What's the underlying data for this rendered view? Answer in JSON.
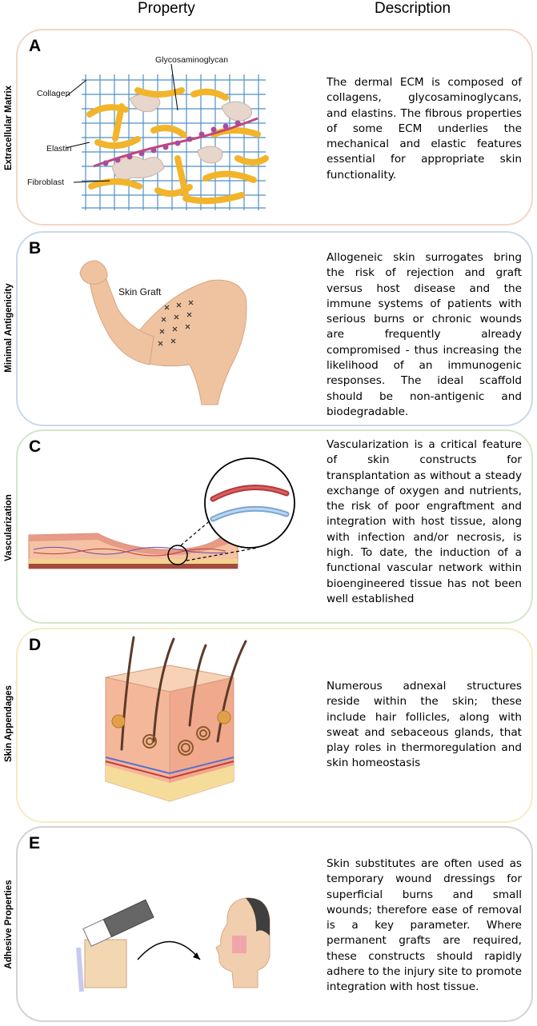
{
  "header": {
    "property": "Property",
    "description": "Description"
  },
  "panels": [
    {
      "letter": "A",
      "side": "Extracellular Matrix",
      "border": "#f2d6c6",
      "labels": {
        "gag": "Glycosaminoglycan",
        "collagen": "Collagen",
        "elastin": "Elastin",
        "fibroblast": "Fibroblast"
      },
      "text": "The dermal ECM is composed of collagens, glycosaminoglycans, and elastins. The fibrous properties of some ECM underlies the mechanical and elastic features essential for appropriate skin functionality."
    },
    {
      "letter": "B",
      "side": "Minimal Antigenicity",
      "border": "#c9d9ea",
      "labels": {
        "graft": "Skin Graft"
      },
      "text": "Allogeneic skin surrogates bring the risk of rejection and graft versus host disease and the immune systems of patients with serious burns or chronic wounds are frequently already compromised - thus increasing the likelihood of an immunogenic responses. The ideal scaffold should be non-antigenic and biodegradable."
    },
    {
      "letter": "C",
      "side": "Vascularization",
      "border": "#d4e6c9",
      "text": "Vascularization is a critical feature of skin constructs for transplantation as without a steady exchange of oxygen and nutrients, the risk of poor engraftment and integration with host tissue, along with infection and/or necrosis, is high. To date, the induction of a functional vascular network within bioengineered tissue has not been well established"
    },
    {
      "letter": "D",
      "side": "Skin Appendages",
      "border": "#f6ecc0",
      "text": "Numerous adnexal structures reside within the skin; these include hair follicles, along with sweat and sebaceous glands, that play roles in thermoregulation and skin homeostasis"
    },
    {
      "letter": "E",
      "side": "Adhesive Properties",
      "border": "#d3d3d3",
      "text": "Skin substitutes are often used as temporary wound dressings for superficial burns and small wounds; therefore ease of removal is a key parameter. Where permanent grafts are required, these constructs should rapidly adhere to the injury site to promote integration with host tissue."
    }
  ]
}
